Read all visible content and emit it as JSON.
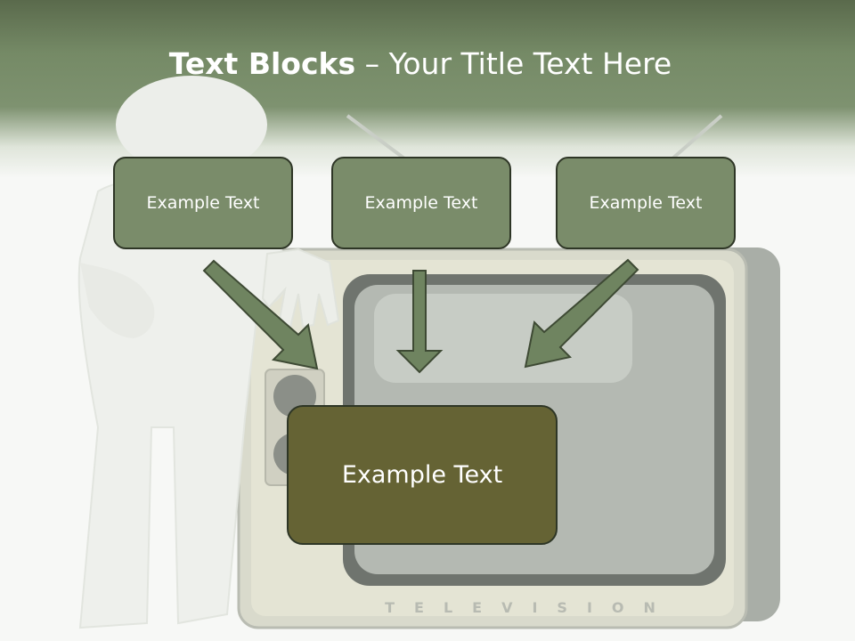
{
  "slide": {
    "title_bold": "Text Blocks",
    "title_rest": " – Your Title Text Here"
  },
  "blocks": [
    {
      "label": "Example Text"
    },
    {
      "label": "Example Text"
    },
    {
      "label": "Example Text"
    }
  ],
  "main_block": {
    "label": "Example Text"
  },
  "tv_brand": "TELEVISION",
  "colors": {
    "header": "#758a66",
    "block_fill": "#7a8c6a",
    "main_block_fill": "#656334",
    "arrow": "#6f8460",
    "border": "#2e3626"
  }
}
